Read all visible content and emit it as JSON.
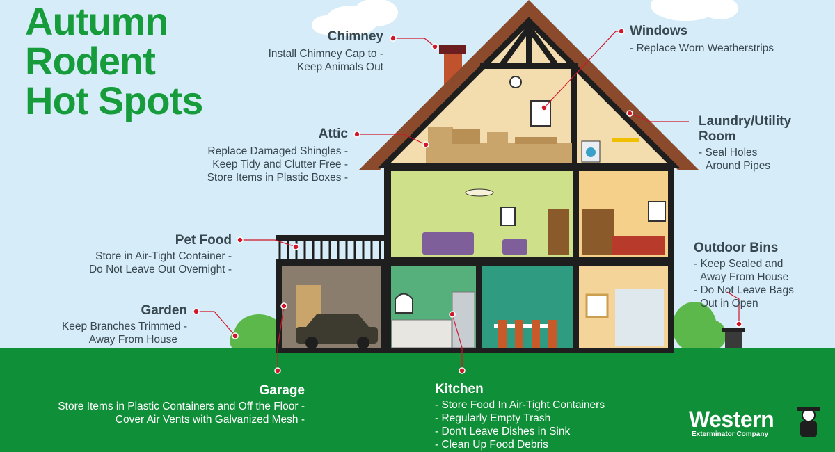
{
  "title": {
    "line1": "Autumn",
    "line2": "Rodent",
    "line3": "Hot Spots"
  },
  "chimney": {
    "heading": "Chimney",
    "lines": [
      "Install Chimney Cap to -",
      "Keep Animals Out"
    ]
  },
  "windows": {
    "heading": "Windows",
    "lines": [
      "- Replace Worn Weatherstrips"
    ]
  },
  "attic": {
    "heading": "Attic",
    "lines": [
      "Replace Damaged Shingles -",
      "Keep Tidy and Clutter Free -",
      "Store Items in Plastic Boxes -"
    ]
  },
  "laundry": {
    "heading_line1": "Laundry/Utility",
    "heading_line2": "Room",
    "lines": [
      "- Seal Holes",
      "Around Pipes"
    ]
  },
  "pet_food": {
    "heading": "Pet Food",
    "lines": [
      "Store in Air-Tight Container -",
      "Do Not Leave Out Overnight -"
    ]
  },
  "outdoor_bins": {
    "heading": "Outdoor Bins",
    "lines": [
      "- Keep Sealed and",
      "Away From House",
      "- Do Not Leave Bags",
      "Out in Open"
    ]
  },
  "garden": {
    "heading": "Garden",
    "lines": [
      "Keep Branches Trimmed -",
      "Away From House"
    ]
  },
  "garage": {
    "heading": "Garage",
    "lines": [
      "Store Items in Plastic Containers and Off the Floor -",
      "Cover Air Vents with Galvanized Mesh -"
    ]
  },
  "kitchen": {
    "heading": "Kitchen",
    "lines": [
      "- Store Food In Air-Tight Containers",
      "- Regularly Empty Trash",
      "- Don't Leave Dishes in Sink",
      "- Clean Up Food Debris"
    ]
  },
  "logo": {
    "name": "Western",
    "tagline": "Exterminator Company"
  },
  "colors": {
    "sky": "#d6ecf8",
    "title_green": "#169c3a",
    "grass": "#0f8f37",
    "roof": "#8b4a2b",
    "house_frame": "#1e1e1e",
    "attic_wall": "#f3dcae",
    "living_wall": "#cfe08a",
    "bedroom_wall": "#f4d08a",
    "garage_wall": "#8a7d6e",
    "kitchen_wall": "#55b07c",
    "dining_wall": "#2f9c82",
    "bathroom_wall": "#f5d49a",
    "callout_red": "#d0172a",
    "text": "#37474f"
  },
  "icons": [
    "chimney-icon",
    "house-icon",
    "car-icon",
    "trash-bin-icon",
    "exterminator-mascot-icon",
    "cloud-icon",
    "bush-icon"
  ]
}
